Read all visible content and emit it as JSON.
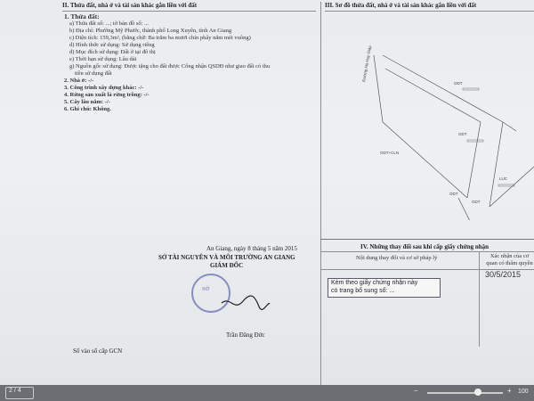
{
  "document": {
    "header_left": "II. Thửa đất, nhà ở và tài sản khác gắn liền với đất",
    "header_right": "III. Sơ đồ thửa đất, nhà ở và tài sản khác gắn liền với đất",
    "section1_title": "1. Thửa đất:",
    "fields": {
      "thua": "a) Thửa đất số: ...;   tờ bản đồ số: ...",
      "diachi": "b) Địa chỉ: Phường Mỹ Phước, thành phố Long Xuyên, tỉnh An Giang",
      "dientich": "c) Diện tích: 159,3m², (bằng chữ: Ba trăm ba mươi chín phẩy năm mét vuông)",
      "hinhthuc": "d) Hình thức sử dụng: Sử dụng riêng",
      "mucdich": "đ) Mục đích sử dụng: Đất ở tại đô thị",
      "thoihan": "e) Thời hạn sử dụng: Lâu dài",
      "nguongoc1": "g) Nguồn gốc sử dụng: Được tặng cho đất được Công nhận QSDĐ như giao đất có thu",
      "nguongoc2": "tiền sử dụng đất"
    },
    "items": [
      "2. Nhà ở: -/-",
      "3. Công trình xây dựng khác: -/-",
      "4. Rừng sản xuất là rừng trồng: -/-",
      "5. Cây lâu năm: -/-",
      "6. Ghi chú: Không."
    ]
  },
  "plan_labels": {
    "street": "Đường Hà Huy Giáp",
    "a": "ODT",
    "b": "ODT",
    "c": "ODT+CLN",
    "d": "LUC",
    "e": "ODT",
    "f": "ODT"
  },
  "signature": {
    "date": "An Giang, ngày 8 tháng 5 năm 2015",
    "org": "SỞ TÀI NGUYÊN VÀ MÔI TRƯỜNG AN GIANG",
    "role": "GIÁM ĐỐC",
    "stamp": "SỞ",
    "name": "Trần Đăng Đức",
    "gcn": "Số vào sổ cấp GCN"
  },
  "table4": {
    "title": "IV. Những thay đổi sau khi cấp giấy chứng nhận",
    "col1": "Nội dung thay đổi và cơ sở pháp lý",
    "col2": "Xác nhận của cơ quan có thẩm quyền",
    "box_line1": "Kèm theo giấy chứng nhận này",
    "box_line2": "có trang bổ sung số: ...",
    "hand_date": "30/5/2015"
  },
  "viewer": {
    "page_indicator": "2 / 4",
    "zoom": "100"
  }
}
